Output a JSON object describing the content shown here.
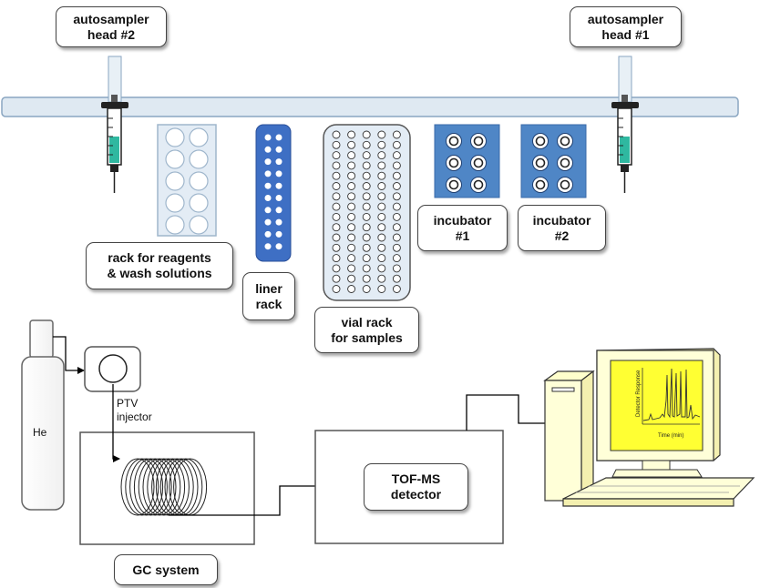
{
  "labels": {
    "head2": [
      "autosampler",
      "head #2"
    ],
    "head1": [
      "autosampler",
      "head #1"
    ],
    "reagent_rack": [
      "rack for reagents",
      "& wash solutions"
    ],
    "liner_rack": [
      "liner",
      "rack"
    ],
    "vial_rack": [
      "vial rack",
      "for samples"
    ],
    "incubator1": [
      "incubator",
      "#1"
    ],
    "incubator2": [
      "incubator",
      "#2"
    ],
    "tof": [
      "TOF-MS",
      "detector"
    ],
    "gc_system": "GC system"
  },
  "plain": {
    "he": "He",
    "ptv": [
      "PTV",
      "injector"
    ]
  },
  "screen": {
    "y_axis_label": "Detector Response",
    "x_axis_label": "Time (min)"
  },
  "colors": {
    "rail": "#dfe9f2",
    "rail_border": "#8aa6c1",
    "incubator_blue": "#4f86c6",
    "liner_blue": "#3e6fc4",
    "screen_yellow": "#ffff33",
    "monitor_cream": "#ffffd8"
  }
}
